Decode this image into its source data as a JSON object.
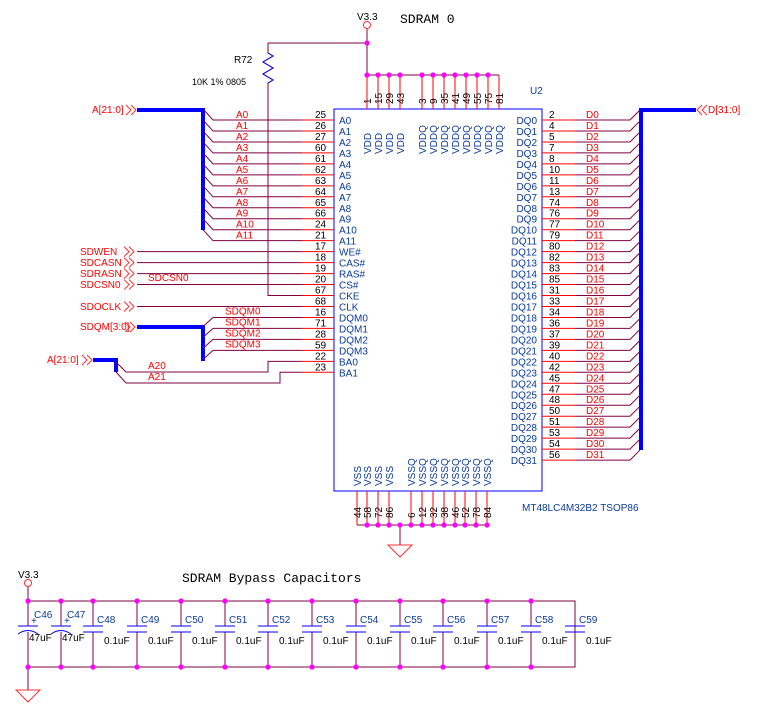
{
  "title": "SDRAM 0",
  "bypass_title": "SDRAM Bypass Capacitors",
  "power_label": "V3.3",
  "resistor": {
    "ref": "R72",
    "value": "10K 1% 0805"
  },
  "chip": {
    "ref": "U2",
    "part": "MT48LC4M32B2 TSOP86",
    "left_pins": [
      {
        "name": "A0",
        "num": "25",
        "net": "A0"
      },
      {
        "name": "A1",
        "num": "26",
        "net": "A1"
      },
      {
        "name": "A2",
        "num": "27",
        "net": "A2"
      },
      {
        "name": "A3",
        "num": "60",
        "net": "A3"
      },
      {
        "name": "A4",
        "num": "61",
        "net": "A4"
      },
      {
        "name": "A5",
        "num": "62",
        "net": "A5"
      },
      {
        "name": "A6",
        "num": "63",
        "net": "A6"
      },
      {
        "name": "A7",
        "num": "64",
        "net": "A7"
      },
      {
        "name": "A8",
        "num": "65",
        "net": "A8"
      },
      {
        "name": "A9",
        "num": "66",
        "net": "A9"
      },
      {
        "name": "A10",
        "num": "24",
        "net": "A10"
      },
      {
        "name": "A11",
        "num": "21",
        "net": "A11"
      },
      {
        "name": "WE#",
        "num": "17",
        "net": "SDWEN"
      },
      {
        "name": "CAS#",
        "num": "18",
        "net": "SDCASN"
      },
      {
        "name": "RAS#",
        "num": "19",
        "net": "SDRASN"
      },
      {
        "name": "CS#",
        "num": "20",
        "net": "SDCSN0"
      },
      {
        "name": "CKE",
        "num": "67",
        "net": ""
      },
      {
        "name": "CLK",
        "num": "68",
        "net": "SDOCLK"
      },
      {
        "name": "DQM0",
        "num": "16",
        "net": "SDQM0"
      },
      {
        "name": "DQM1",
        "num": "71",
        "net": "SDQM1"
      },
      {
        "name": "DQM2",
        "num": "28",
        "net": "SDQM2"
      },
      {
        "name": "DQM3",
        "num": "59",
        "net": "SDQM3"
      },
      {
        "name": "BA0",
        "num": "22",
        "net": "A20"
      },
      {
        "name": "BA1",
        "num": "23",
        "net": "A21"
      }
    ],
    "right_pins": [
      {
        "name": "DQ0",
        "num": "2",
        "net": "D0"
      },
      {
        "name": "DQ1",
        "num": "4",
        "net": "D1"
      },
      {
        "name": "DQ2",
        "num": "5",
        "net": "D2"
      },
      {
        "name": "DQ3",
        "num": "7",
        "net": "D3"
      },
      {
        "name": "DQ4",
        "num": "8",
        "net": "D4"
      },
      {
        "name": "DQ5",
        "num": "10",
        "net": "D5"
      },
      {
        "name": "DQ6",
        "num": "11",
        "net": "D6"
      },
      {
        "name": "DQ7",
        "num": "13",
        "net": "D7"
      },
      {
        "name": "DQ8",
        "num": "74",
        "net": "D8"
      },
      {
        "name": "DQ9",
        "num": "76",
        "net": "D9"
      },
      {
        "name": "DQ10",
        "num": "77",
        "net": "D10"
      },
      {
        "name": "DQ11",
        "num": "79",
        "net": "D11"
      },
      {
        "name": "DQ12",
        "num": "80",
        "net": "D12"
      },
      {
        "name": "DQ13",
        "num": "82",
        "net": "D13"
      },
      {
        "name": "DQ14",
        "num": "83",
        "net": "D14"
      },
      {
        "name": "DQ15",
        "num": "85",
        "net": "D15"
      },
      {
        "name": "DQ16",
        "num": "31",
        "net": "D16"
      },
      {
        "name": "DQ17",
        "num": "33",
        "net": "D17"
      },
      {
        "name": "DQ18",
        "num": "34",
        "net": "D18"
      },
      {
        "name": "DQ19",
        "num": "36",
        "net": "D19"
      },
      {
        "name": "DQ20",
        "num": "37",
        "net": "D20"
      },
      {
        "name": "DQ21",
        "num": "39",
        "net": "D21"
      },
      {
        "name": "DQ22",
        "num": "40",
        "net": "D22"
      },
      {
        "name": "DQ23",
        "num": "42",
        "net": "D23"
      },
      {
        "name": "DQ24",
        "num": "45",
        "net": "D24"
      },
      {
        "name": "DQ25",
        "num": "47",
        "net": "D25"
      },
      {
        "name": "DQ26",
        "num": "48",
        "net": "D26"
      },
      {
        "name": "DQ27",
        "num": "50",
        "net": "D27"
      },
      {
        "name": "DQ28",
        "num": "51",
        "net": "D28"
      },
      {
        "name": "DQ29",
        "num": "53",
        "net": "D29"
      },
      {
        "name": "DQ30",
        "num": "54",
        "net": "D30"
      },
      {
        "name": "DQ31",
        "num": "56",
        "net": "D31"
      }
    ],
    "top_pins": [
      {
        "name": "VDD",
        "num": "1"
      },
      {
        "name": "VDD",
        "num": "15"
      },
      {
        "name": "VDD",
        "num": "29"
      },
      {
        "name": "VDD",
        "num": "43"
      },
      {
        "name": "VDDQ",
        "num": "3"
      },
      {
        "name": "VDDQ",
        "num": "9"
      },
      {
        "name": "VDDQ",
        "num": "35"
      },
      {
        "name": "VDDQ",
        "num": "41"
      },
      {
        "name": "VDDQ",
        "num": "49"
      },
      {
        "name": "VDDQ",
        "num": "55"
      },
      {
        "name": "VDDQ",
        "num": "75"
      },
      {
        "name": "VDDQ",
        "num": "81"
      }
    ],
    "bottom_pins": [
      {
        "name": "VSS",
        "num": "44"
      },
      {
        "name": "VSS",
        "num": "58"
      },
      {
        "name": "VSS",
        "num": "72"
      },
      {
        "name": "VSS",
        "num": "86"
      },
      {
        "name": "VSSQ",
        "num": "6"
      },
      {
        "name": "VSSQ",
        "num": "12"
      },
      {
        "name": "VSSQ",
        "num": "32"
      },
      {
        "name": "VSSQ",
        "num": "38"
      },
      {
        "name": "VSSQ",
        "num": "46"
      },
      {
        "name": "VSSQ",
        "num": "52"
      },
      {
        "name": "VSSQ",
        "num": "78"
      },
      {
        "name": "VSSQ",
        "num": "84"
      }
    ]
  },
  "ports": {
    "addr_bus": "A[21:0]",
    "data_bus": "D[31:0]",
    "dqm_bus": "SDQM[3:0]",
    "ba_bus": "A[21:0]",
    "control": [
      "SDWEN",
      "SDCASN",
      "SDRASN",
      "SDCSN0"
    ],
    "clock": "SDOCLK",
    "cs_net_label": "SDCSN0"
  },
  "capacitors": [
    {
      "ref": "C46",
      "value": "47uF",
      "polarized": true
    },
    {
      "ref": "C47",
      "value": "47uF",
      "polarized": true
    },
    {
      "ref": "C48",
      "value": "0.1uF"
    },
    {
      "ref": "C49",
      "value": "0.1uF"
    },
    {
      "ref": "C50",
      "value": "0.1uF"
    },
    {
      "ref": "C51",
      "value": "0.1uF"
    },
    {
      "ref": "C52",
      "value": "0.1uF"
    },
    {
      "ref": "C53",
      "value": "0.1uF"
    },
    {
      "ref": "C54",
      "value": "0.1uF"
    },
    {
      "ref": "C55",
      "value": "0.1uF"
    },
    {
      "ref": "C56",
      "value": "0.1uF"
    },
    {
      "ref": "C57",
      "value": "0.1uF"
    },
    {
      "ref": "C58",
      "value": "0.1uF"
    },
    {
      "ref": "C59",
      "value": "0.1uF"
    }
  ],
  "colors": {
    "wire": "#800040",
    "pin": "#ff0000",
    "bus": "#0000ff",
    "junction": "#ff00ff",
    "label": "#ff0000",
    "pin_name": "#0a3a9a"
  }
}
